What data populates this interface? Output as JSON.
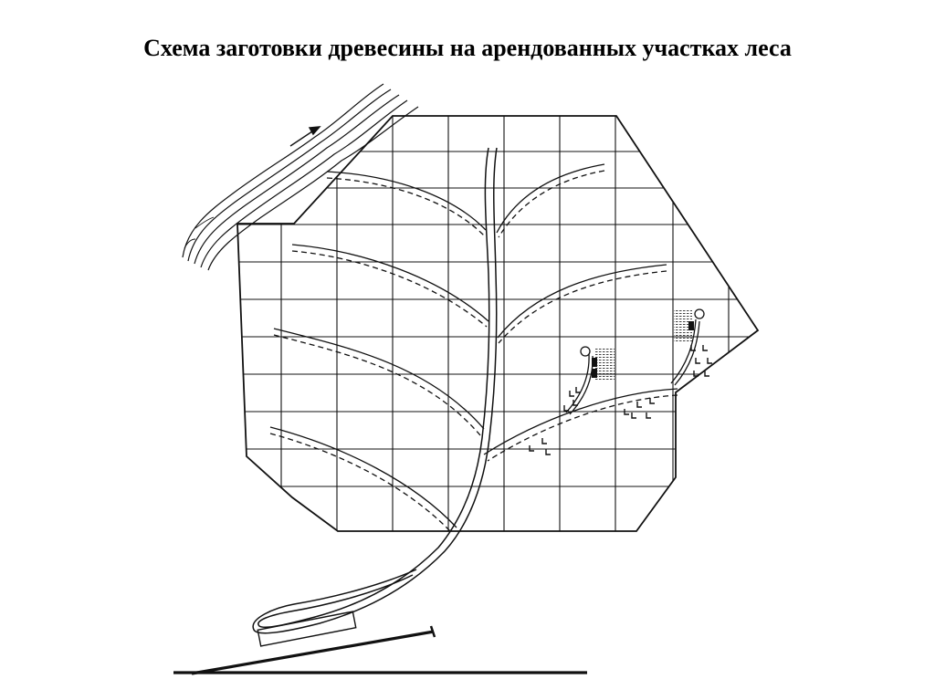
{
  "title": "Схема заготовки древесины на арендованных участках леса",
  "colors": {
    "ink": "#111111",
    "background": "#ffffff"
  },
  "icons": {
    "river": "river-with-flow-arrow",
    "loading_site": "upper-landing-loop",
    "road": "public-road",
    "skid_trail": "skid-trail-dashed",
    "stump_marks": "cut-stump-marks",
    "stack": "timber-stack"
  }
}
